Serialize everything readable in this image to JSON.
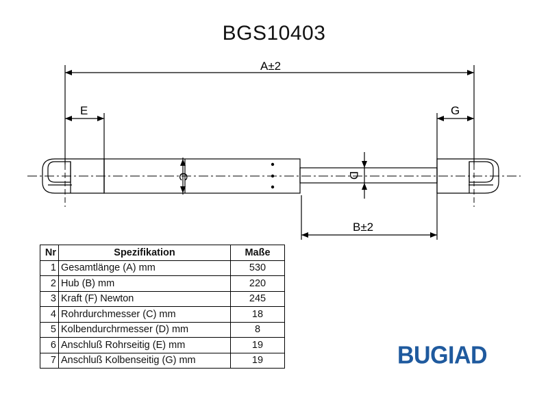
{
  "title": "BGS10403",
  "dimension_labels": {
    "A": "A±2",
    "B": "B±2",
    "C": "C",
    "D": "D",
    "E": "E",
    "G": "G"
  },
  "table": {
    "headers": [
      "Nr",
      "Spezifikation",
      "Maße"
    ],
    "rows": [
      {
        "nr": "1",
        "spec": "Gesamtlänge (A) mm",
        "value": "530"
      },
      {
        "nr": "2",
        "spec": "Hub (B)  mm",
        "value": "220"
      },
      {
        "nr": "3",
        "spec": "Kraft (F) Newton",
        "value": "245"
      },
      {
        "nr": "4",
        "spec": "Rohrdurchmesser (C) mm",
        "value": "18"
      },
      {
        "nr": "5",
        "spec": "Kolbendurchrmesser (D) mm",
        "value": "8"
      },
      {
        "nr": "6",
        "spec": "Anschluß Rohrseitig (E) mm",
        "value": "19"
      },
      {
        "nr": "7",
        "spec": "Anschluß Kolbenseitig (G) mm",
        "value": "19"
      }
    ]
  },
  "logo": "BUGIAD",
  "colors": {
    "logo": "#1f5a9e",
    "line": "#000000"
  }
}
